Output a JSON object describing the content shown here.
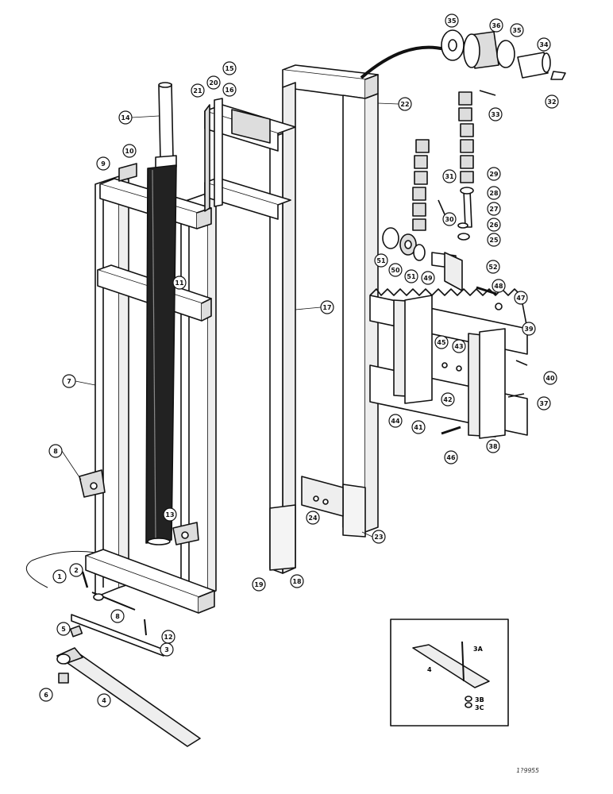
{
  "figure": {
    "reference_code": "1?9955",
    "inset_labels": [
      "3A",
      "4",
      "3B",
      "3C"
    ]
  },
  "callouts": [
    "1",
    "2",
    "3",
    "4",
    "5",
    "6",
    "7",
    "8",
    "8",
    "9",
    "10",
    "11",
    "12",
    "13",
    "14",
    "15",
    "16",
    "17",
    "18",
    "19",
    "20",
    "21",
    "22",
    "23",
    "24",
    "25",
    "26",
    "27",
    "28",
    "29",
    "30",
    "31",
    "32",
    "33",
    "34",
    "35",
    "36",
    "35",
    "37",
    "38",
    "39",
    "40",
    "41",
    "42",
    "43",
    "44",
    "45",
    "46",
    "47",
    "48",
    "49",
    "50",
    "51",
    "51",
    "52"
  ]
}
